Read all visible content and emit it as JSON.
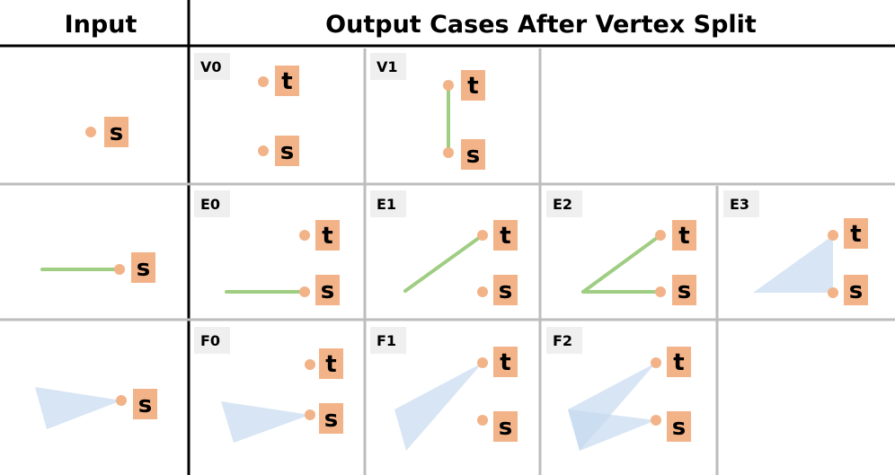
{
  "header": {
    "input_title": "Input",
    "output_title": "Output Cases After Vertex Split"
  },
  "vertex_labels": {
    "s": "s",
    "t": "t"
  },
  "cases": {
    "V0": "V0",
    "V1": "V1",
    "E0": "E0",
    "E1": "E1",
    "E2": "E2",
    "E3": "E3",
    "F0": "F0",
    "F1": "F1",
    "F2": "F2"
  },
  "colors": {
    "vertex": "#f3b388",
    "edge": "#9fcd82",
    "face": "#c6daef",
    "grid_gray": "#bdbdbd",
    "grid_black": "#000000",
    "case_label_bg": "#efefef"
  }
}
